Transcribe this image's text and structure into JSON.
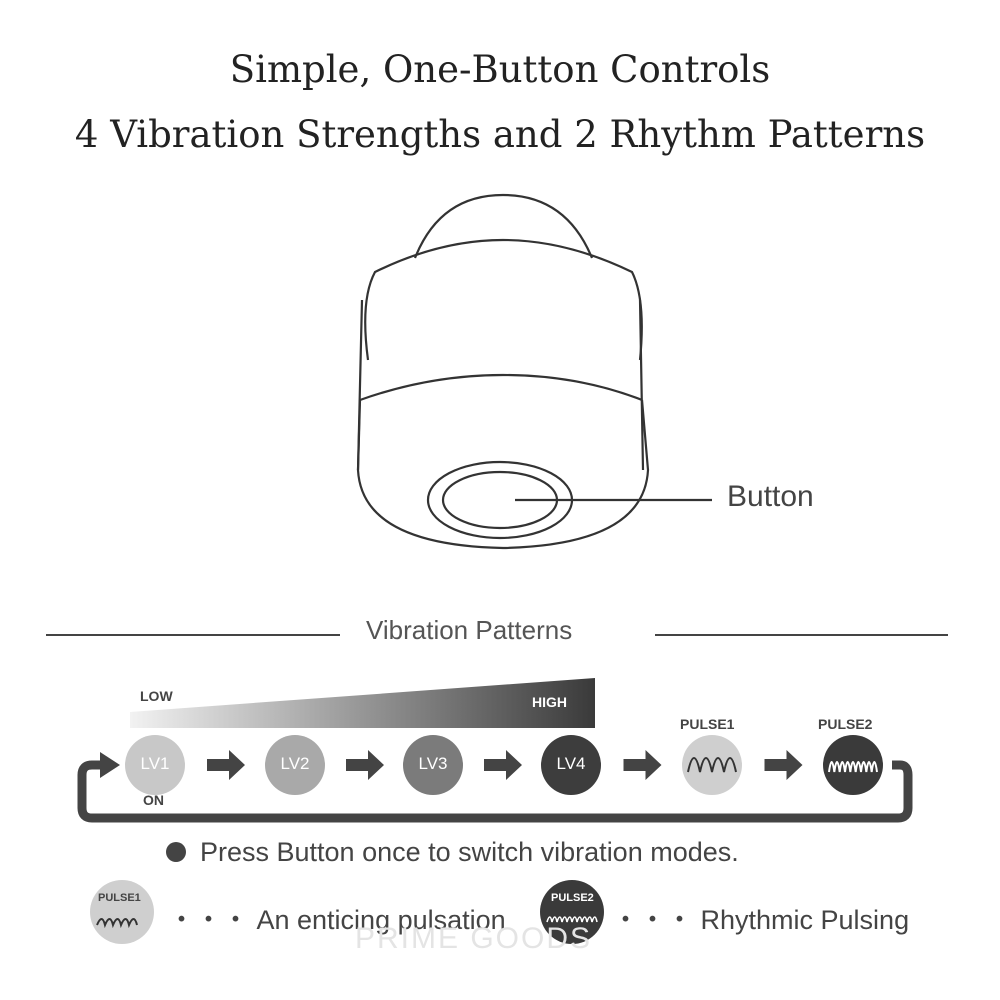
{
  "title": {
    "line1": "Simple, One-Button Controls",
    "line2": "4 Vibration Strengths and 2 Rhythm Patterns"
  },
  "device": {
    "button_label": "Button"
  },
  "patterns": {
    "heading": "Vibration Patterns",
    "low_label": "LOW",
    "high_label": "HIGH",
    "on_label": "ON",
    "steps": [
      "LV1",
      "LV2",
      "LV3",
      "LV4",
      "PULSE1",
      "PULSE2"
    ],
    "step_colors": [
      "#c8c8c8",
      "#a9a9a9",
      "#7b7b7b",
      "#3d3d3d",
      "#cfcfcf",
      "#3a3a3a"
    ],
    "note": "Press Button once to switch vibration modes.",
    "legend": [
      {
        "badge": "PULSE1",
        "desc": "・・・ An enticing pulsation"
      },
      {
        "badge": "PULSE2",
        "desc": "・・・ Rhythmic Pulsing"
      }
    ]
  },
  "watermark": "PRIME GOODS"
}
